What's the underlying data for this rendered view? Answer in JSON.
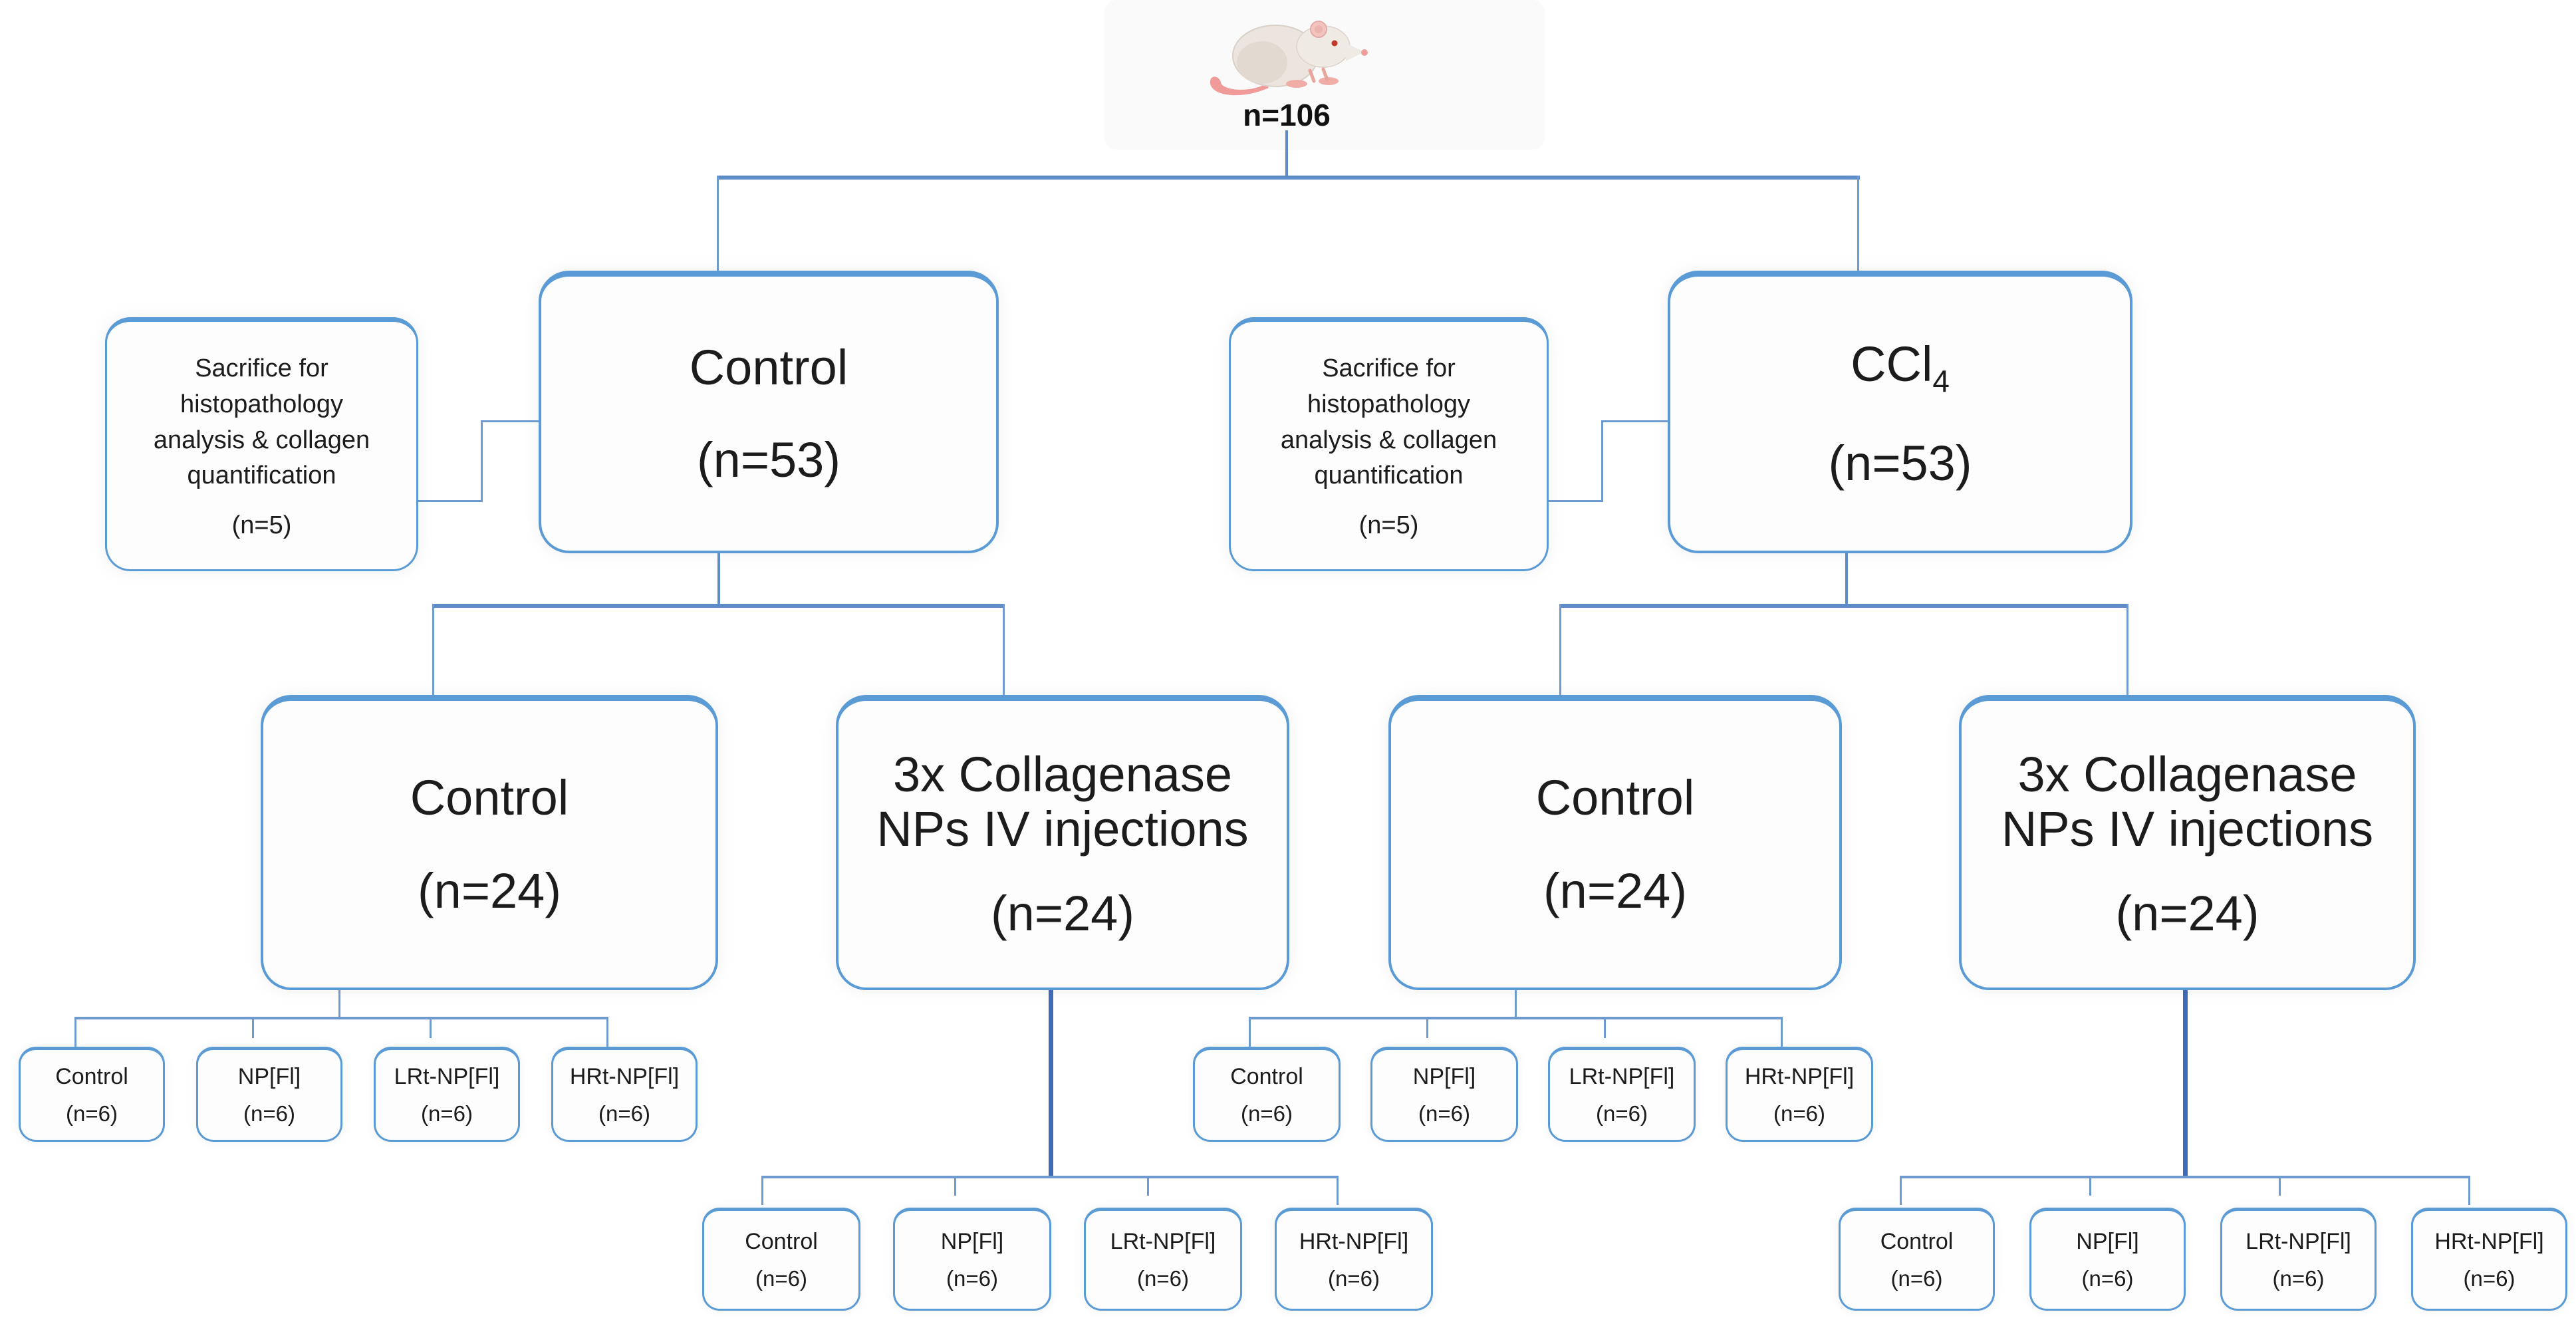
{
  "figure": {
    "type": "experimental-design-flowchart",
    "description": "Rat study allocation tree"
  },
  "colors": {
    "box_border": "#5B9BD5",
    "connector": "#5d8cc9",
    "connector_dark": "#3f6ab5",
    "text": "#1c1c1c"
  },
  "root": {
    "icon": "rat-illustration",
    "n_label": "n=106"
  },
  "sacrifice_box": {
    "lines": [
      "Sacrifice for",
      "histopathology",
      "analysis & collagen",
      "quantification"
    ],
    "n_label": "(n=5)"
  },
  "level1": {
    "control": {
      "title": "Control",
      "n_label": "(n=53)"
    },
    "ccl4": {
      "title_main": "CCl",
      "title_sub": "4",
      "n_label": "(n=53)"
    }
  },
  "level2": {
    "control": {
      "title": "Control",
      "n_label": "(n=24)"
    },
    "collagenase": {
      "title_line1": "3x Collagenase",
      "title_line2": "NPs IV injections",
      "n_label": "(n=24)"
    }
  },
  "leaf_groups": [
    {
      "label": "Control",
      "n_label": "(n=6)"
    },
    {
      "label": "NP[Fl]",
      "n_label": "(n=6)"
    },
    {
      "label": "LRt-NP[Fl]",
      "n_label": "(n=6)"
    },
    {
      "label": "HRt-NP[Fl]",
      "n_label": "(n=6)"
    }
  ]
}
